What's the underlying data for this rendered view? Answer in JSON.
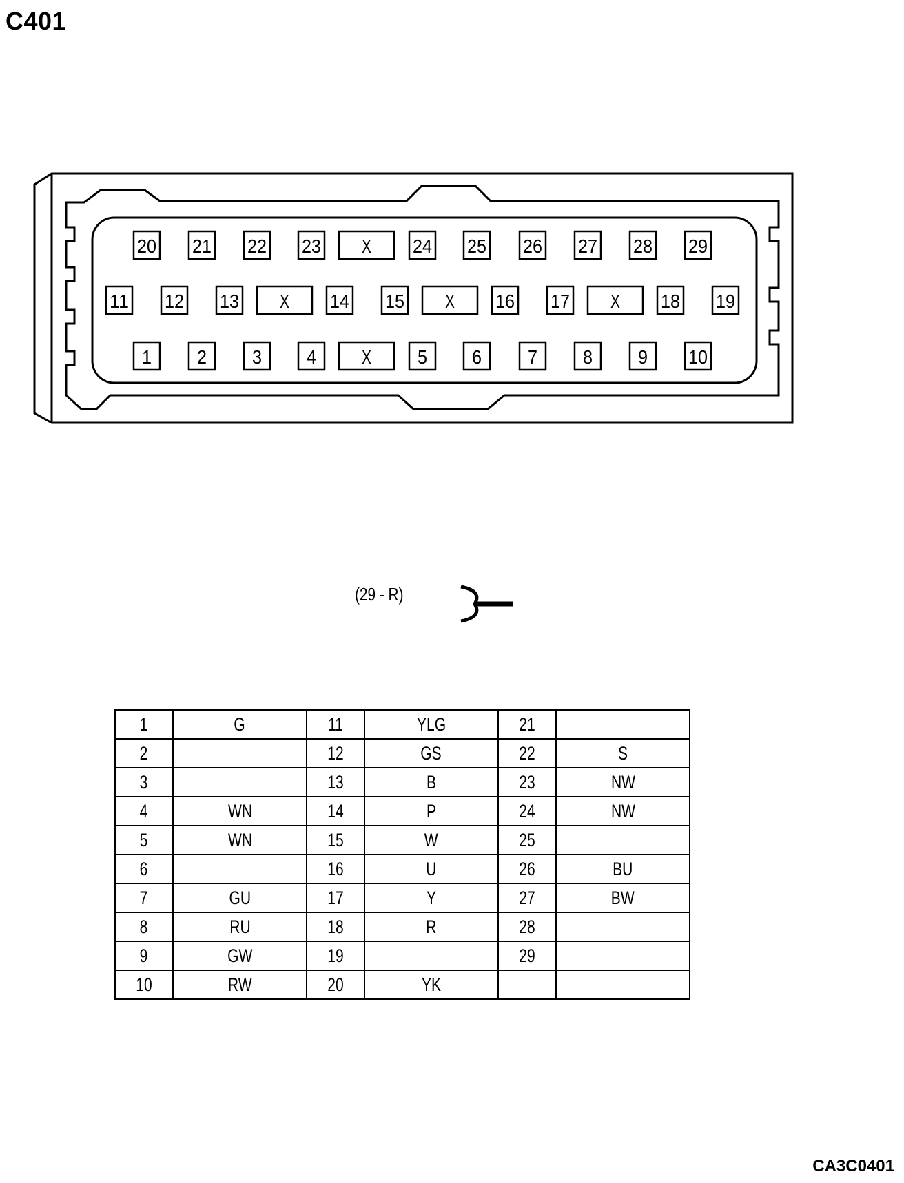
{
  "title": "C401",
  "drawing_code": "CA3C0401",
  "connector": {
    "row_top": [
      "20",
      "21",
      "22",
      "23",
      "X",
      "24",
      "25",
      "26",
      "27",
      "28",
      "29"
    ],
    "row_middle": [
      "11",
      "12",
      "13",
      "X",
      "14",
      "15",
      "X",
      "16",
      "17",
      "X",
      "18",
      "19"
    ],
    "row_bottom": [
      "1",
      "2",
      "3",
      "4",
      "X",
      "5",
      "6",
      "7",
      "8",
      "9",
      "10"
    ]
  },
  "terminal_key": {
    "label": "(29 - R)",
    "icon": "terminal-icon"
  },
  "wire_table": [
    {
      "pin_a": "1",
      "color_a": "G",
      "pin_b": "11",
      "color_b": "YLG",
      "pin_c": "21",
      "color_c": ""
    },
    {
      "pin_a": "2",
      "color_a": "",
      "pin_b": "12",
      "color_b": "GS",
      "pin_c": "22",
      "color_c": "S"
    },
    {
      "pin_a": "3",
      "color_a": "",
      "pin_b": "13",
      "color_b": "B",
      "pin_c": "23",
      "color_c": "NW"
    },
    {
      "pin_a": "4",
      "color_a": "WN",
      "pin_b": "14",
      "color_b": "P",
      "pin_c": "24",
      "color_c": "NW"
    },
    {
      "pin_a": "5",
      "color_a": "WN",
      "pin_b": "15",
      "color_b": "W",
      "pin_c": "25",
      "color_c": ""
    },
    {
      "pin_a": "6",
      "color_a": "",
      "pin_b": "16",
      "color_b": "U",
      "pin_c": "26",
      "color_c": "BU"
    },
    {
      "pin_a": "7",
      "color_a": "GU",
      "pin_b": "17",
      "color_b": "Y",
      "pin_c": "27",
      "color_c": "BW"
    },
    {
      "pin_a": "8",
      "color_a": "RU",
      "pin_b": "18",
      "color_b": "R",
      "pin_c": "28",
      "color_c": ""
    },
    {
      "pin_a": "9",
      "color_a": "GW",
      "pin_b": "19",
      "color_b": "",
      "pin_c": "29",
      "color_c": ""
    },
    {
      "pin_a": "10",
      "color_a": "RW",
      "pin_b": "20",
      "color_b": "YK",
      "pin_c": "",
      "color_c": ""
    }
  ]
}
